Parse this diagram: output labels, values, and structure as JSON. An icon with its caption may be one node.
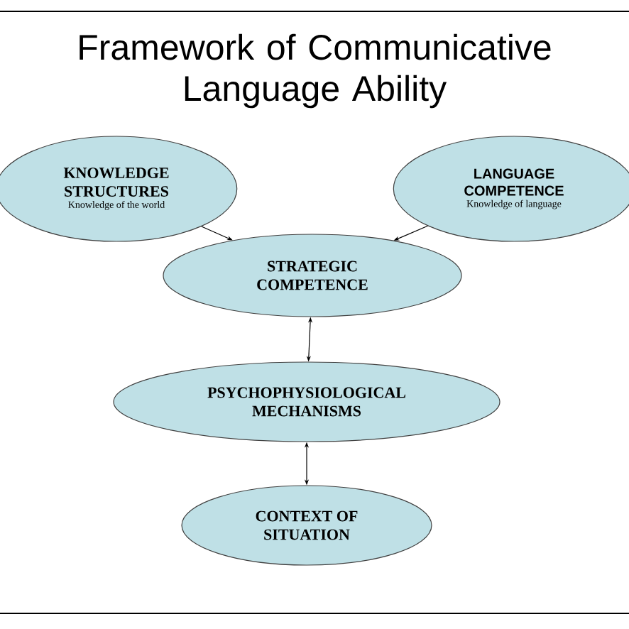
{
  "diagram": {
    "title": "Framework of Communicative Language Ability",
    "nodes": [
      {
        "text": [
          "KNOWLEDGE STRUCTURES",
          "Knowledge of the world"
        ]
      },
      {
        "text": [
          "LANGUAGE COMPETENCE",
          "Knowledge of language"
        ]
      },
      {
        "text": [
          "STRATEGIC COMPETENCE"
        ]
      },
      {
        "text": [
          "PSYCHOPHYSIOLOGICAL MECHANISMS"
        ]
      },
      {
        "text": [
          "CONTEXT OF SITUATION"
        ]
      }
    ],
    "edges": [
      {
        "from": 0,
        "to": 2,
        "arrow": "to"
      },
      {
        "from": 1,
        "to": 2,
        "arrow": "to"
      },
      {
        "from": 2,
        "to": 3,
        "arrow": "both"
      },
      {
        "from": 3,
        "to": 4,
        "arrow": "both"
      }
    ]
  }
}
